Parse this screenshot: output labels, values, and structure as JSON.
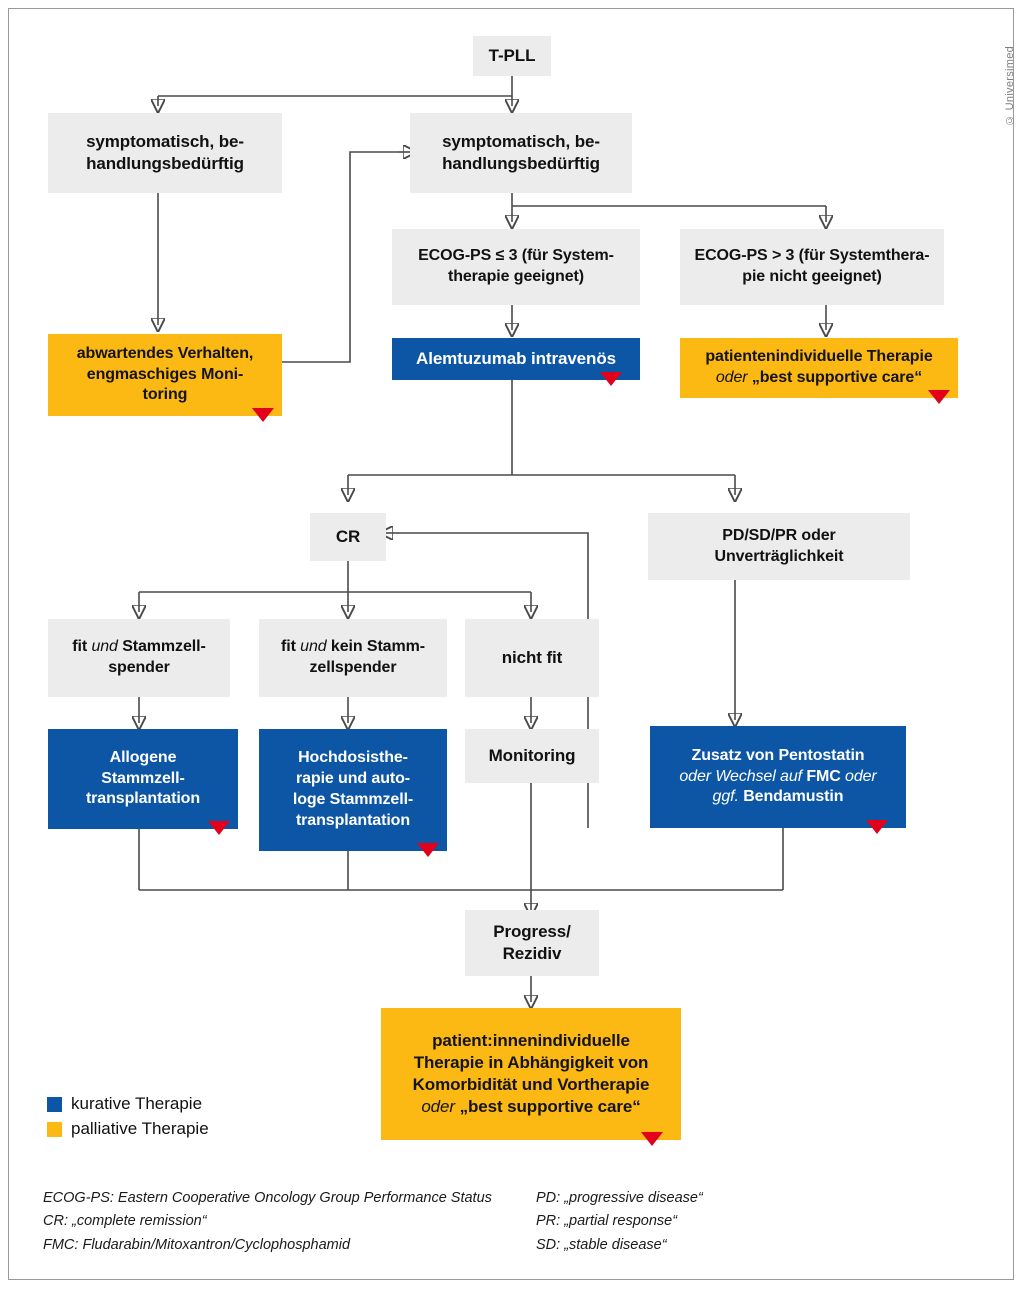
{
  "meta": {
    "copyright": "© Universimed",
    "colors": {
      "blue": "#0d56a6",
      "orange": "#fcb813",
      "grey": "#ececec",
      "marker_red": "#e2001a",
      "edge": "#4a4a4a"
    }
  },
  "nodes": {
    "tpll": "T-PLL",
    "asymptomatic": "symptomatisch, be-\nhandlungsbedürftig",
    "symptomatic": "symptomatisch, be-\nhandlungsbedürftig",
    "ecog_le3": "ECOG-PS ≤ 3 (für System-\ntherapie geeignet)",
    "ecog_gt3": "ECOG-PS > 3 (für Systemthera-\npie nicht geeignet)",
    "watchful": "abwartendes Verhalten,\nengmaschiges Moni-\ntoring",
    "alemtuzumab": "Alemtuzumab intravenös",
    "individual_therapy_top_line1": "patientenindividuelle Therapie",
    "individual_therapy_top_line2_it": "oder",
    "individual_therapy_top_line2_rest": " „best supportive care“",
    "cr": "CR",
    "pd_sd_pr": "PD/SD/PR oder\nUnverträglichkeit",
    "fit_donor_a": "fit ",
    "fit_donor_b": "und",
    "fit_donor_c": " Stammzell-\nspender",
    "fit_nodonor_a": "fit ",
    "fit_nodonor_b": "und",
    "fit_nodonor_c": " kein Stamm-\nzellspender",
    "not_fit": "nicht fit",
    "allo_sct": "Allogene\nStammzell-\ntransplantation",
    "hdt_auto_sct": "Hochdosisthe-\nrapie und auto-\nloge Stammzell-\ntransplantation",
    "monitoring": "Monitoring",
    "pentostatin_l1": "Zusatz von Pentostatin",
    "pentostatin_l2_a": "oder Wechsel auf ",
    "pentostatin_l2_b": "FMC",
    "pentostatin_l2_c": " oder",
    "pentostatin_l3_a": "ggf. ",
    "pentostatin_l3_b": "Bendamustin",
    "progress": "Progress/\nRezidiv",
    "final_l1": "patient:innenindividuelle",
    "final_l2": "Therapie in Abhängigkeit von",
    "final_l3": "Komorbidität und Vortherapie",
    "final_l4_a": "oder",
    "final_l4_b": " „best supportive care“"
  },
  "legend": {
    "items": [
      {
        "label": "kurative Therapie",
        "color": "#0d56a6"
      },
      {
        "label": "palliative Therapie",
        "color": "#fcb813"
      }
    ]
  },
  "footnotes": {
    "left": [
      "ECOG-PS: Eastern Cooperative Oncology Group Performance Status",
      "CR: „complete remission“",
      "FMC: Fludarabin/Mitoxantron/Cyclophosphamid"
    ],
    "right": [
      "PD: „progressive disease“",
      "PR: „partial response“",
      "SD: „stable disease“"
    ]
  }
}
